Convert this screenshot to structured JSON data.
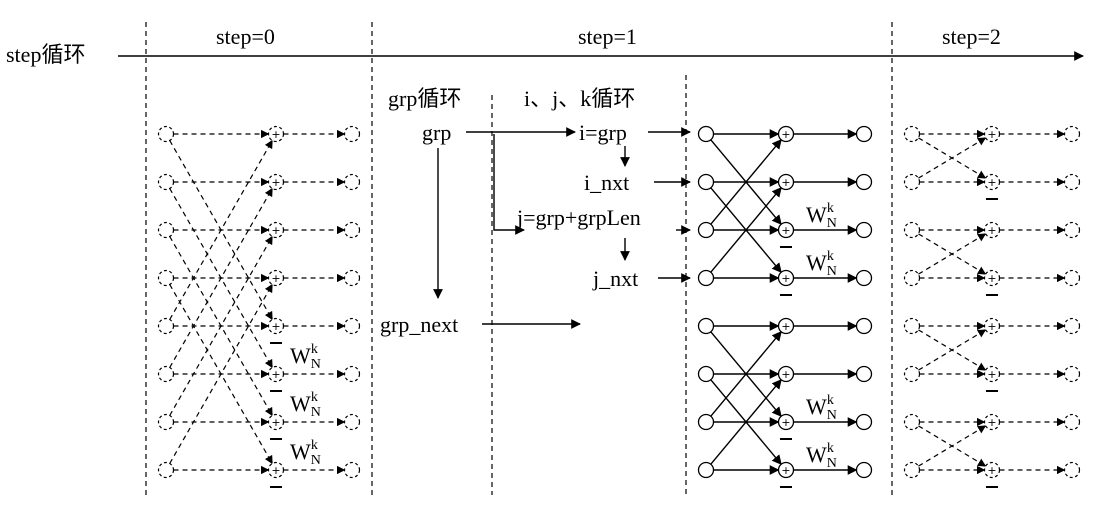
{
  "axis": {
    "label": "step循环"
  },
  "steps": [
    {
      "label": "step=0"
    },
    {
      "label": "step=1"
    },
    {
      "label": "step=2"
    }
  ],
  "loops": {
    "grp_loop": "grp循环",
    "ijk_loop": "i、j、k循环"
  },
  "vars": {
    "grp": "grp",
    "grp_next": "grp_next",
    "i": "i=grp",
    "i_nxt": "i_nxt",
    "j": "j=grp+grpLen",
    "j_nxt": "j_nxt"
  },
  "twiddle": {
    "base": "W",
    "sub": "N",
    "sup": "k"
  },
  "adder_symbol": "+"
}
